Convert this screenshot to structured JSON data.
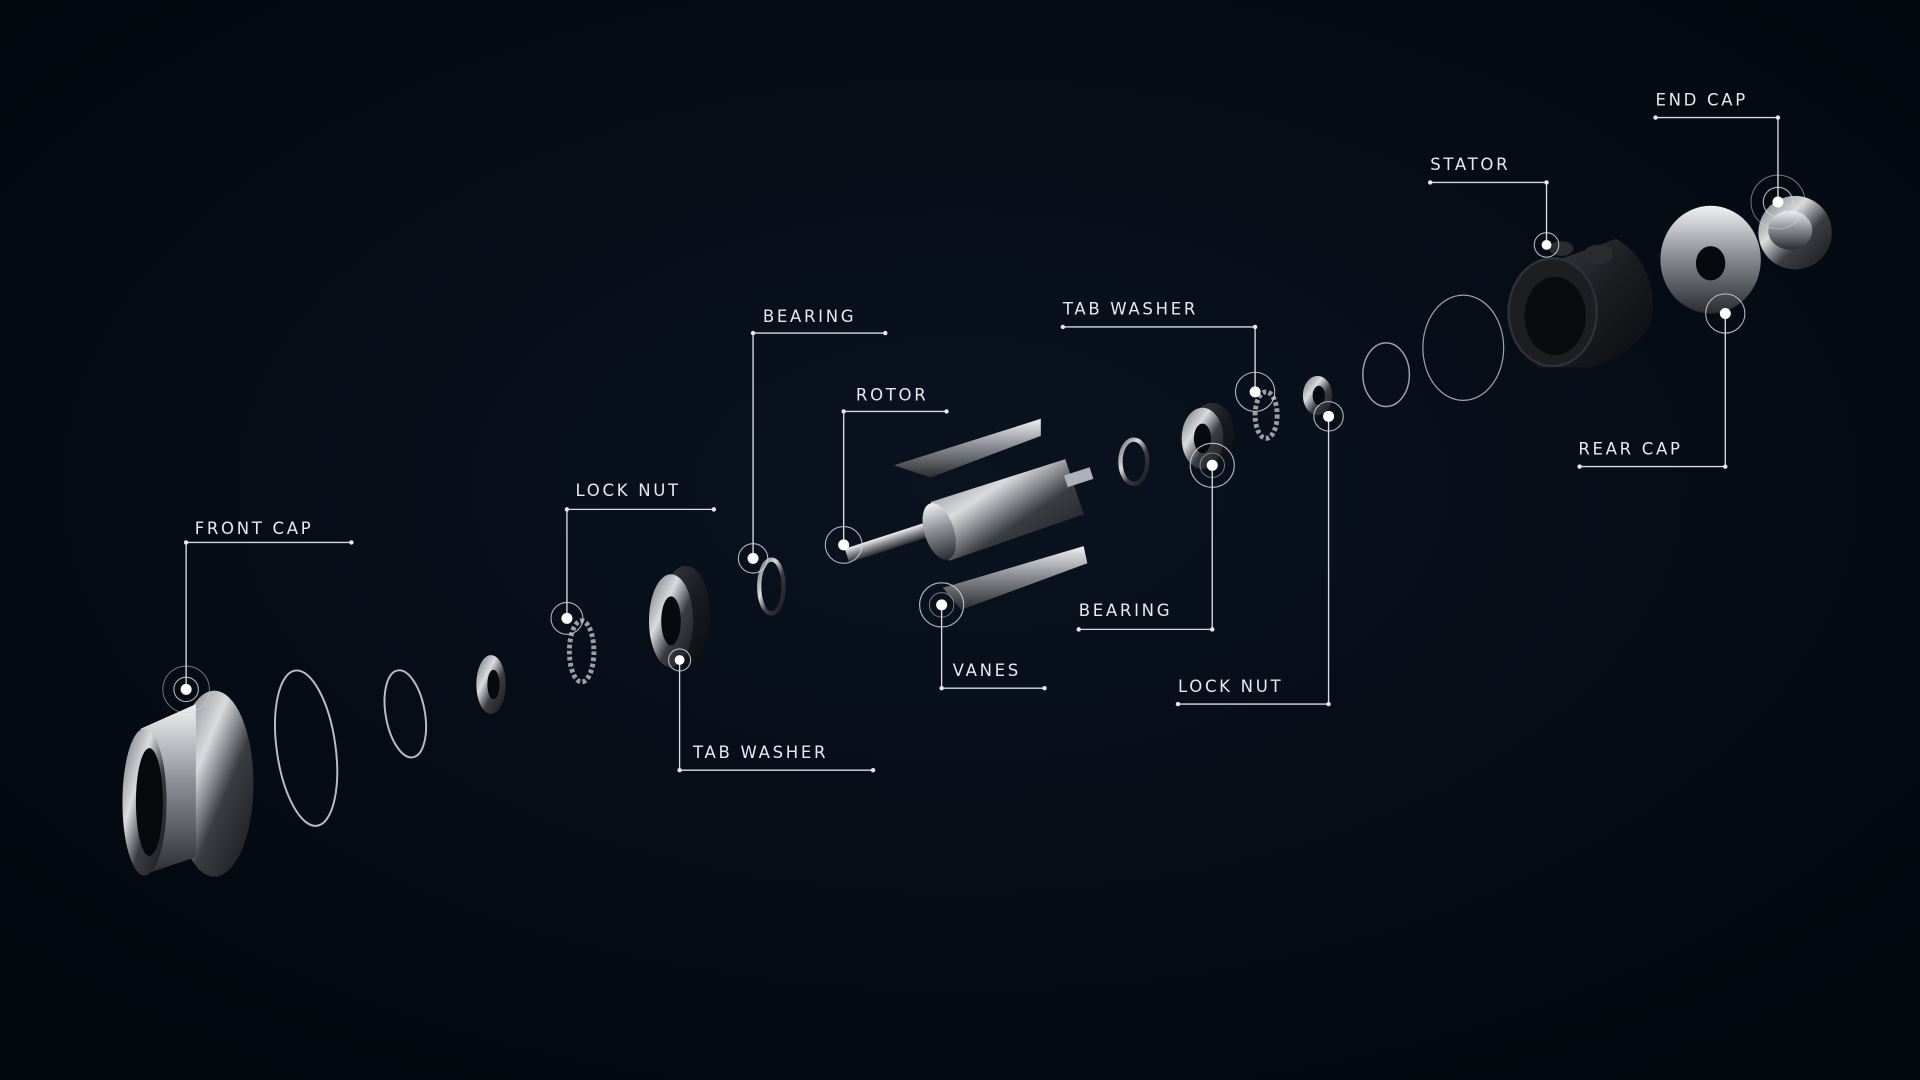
{
  "diagram": {
    "callouts": [
      {
        "id": "front-cap",
        "label": "FRONT CAP"
      },
      {
        "id": "lock-nut-left",
        "label": "LOCK NUT"
      },
      {
        "id": "tab-washer-left",
        "label": "TAB WASHER"
      },
      {
        "id": "bearing-left",
        "label": "BEARING"
      },
      {
        "id": "rotor",
        "label": "ROTOR"
      },
      {
        "id": "vanes",
        "label": "VANES"
      },
      {
        "id": "bearing-right",
        "label": "BEARING"
      },
      {
        "id": "tab-washer-right",
        "label": "TAB WASHER"
      },
      {
        "id": "lock-nut-right",
        "label": "LOCK NUT"
      },
      {
        "id": "stator",
        "label": "STATOR"
      },
      {
        "id": "end-cap",
        "label": "END CAP"
      },
      {
        "id": "rear-cap",
        "label": "REAR CAP"
      }
    ]
  },
  "colors": {
    "background": "#040a13",
    "callout": "#e6e9ee"
  }
}
